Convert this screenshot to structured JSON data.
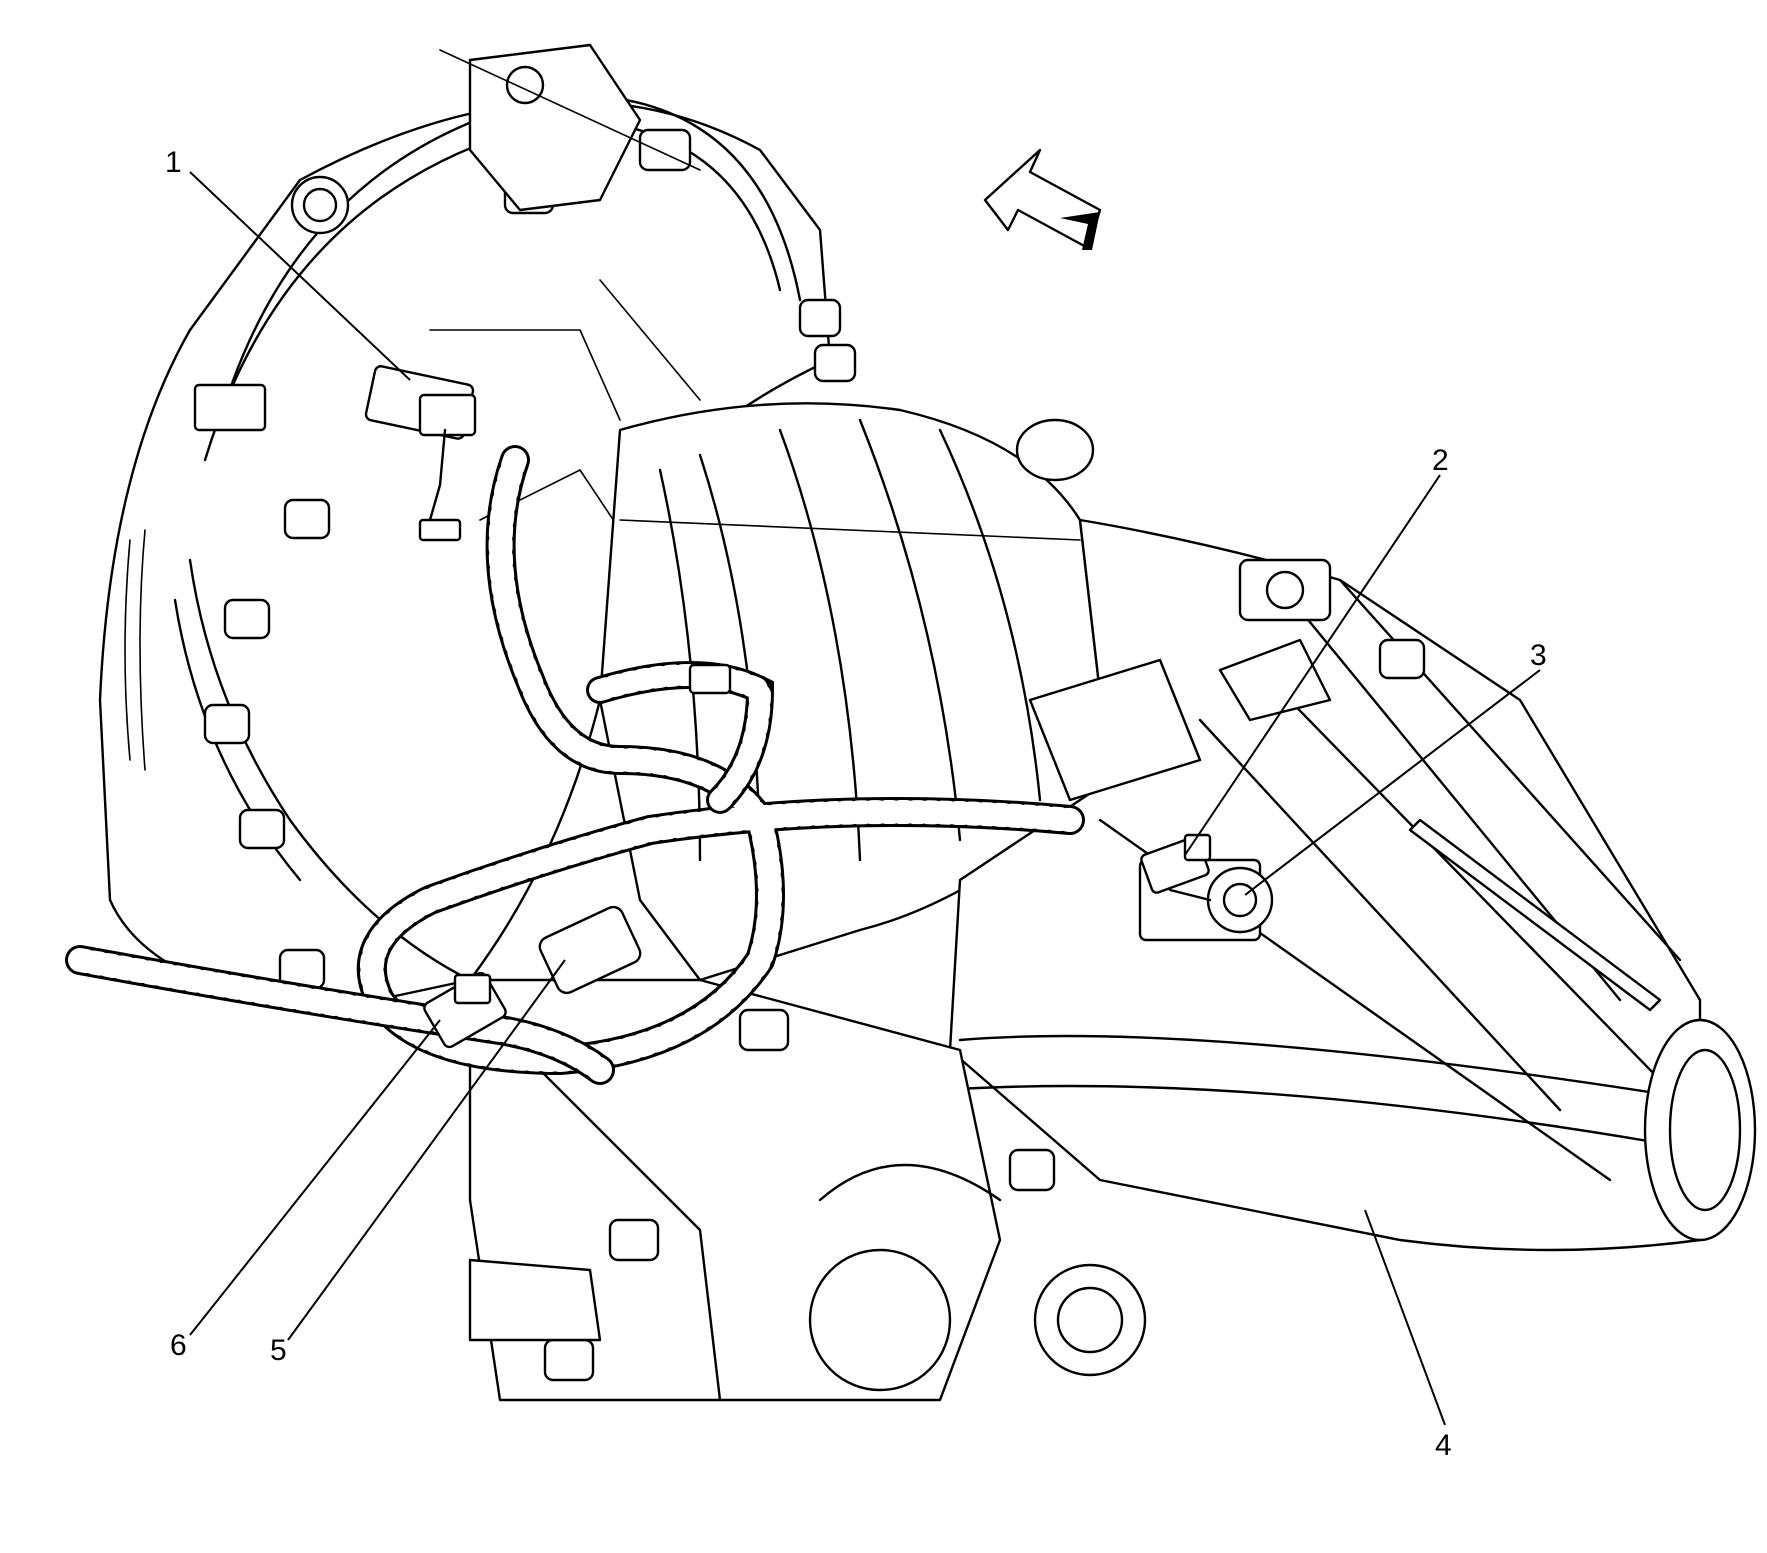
{
  "diagram": {
    "callouts": [
      {
        "id": "1",
        "label": "1"
      },
      {
        "id": "2",
        "label": "2"
      },
      {
        "id": "3",
        "label": "3"
      },
      {
        "id": "4",
        "label": "4"
      },
      {
        "id": "5",
        "label": "5"
      },
      {
        "id": "6",
        "label": "6"
      }
    ],
    "colors": {
      "ink": "#000000",
      "background": "#ffffff"
    },
    "icons": [
      "forward-direction-arrow-icon"
    ]
  }
}
